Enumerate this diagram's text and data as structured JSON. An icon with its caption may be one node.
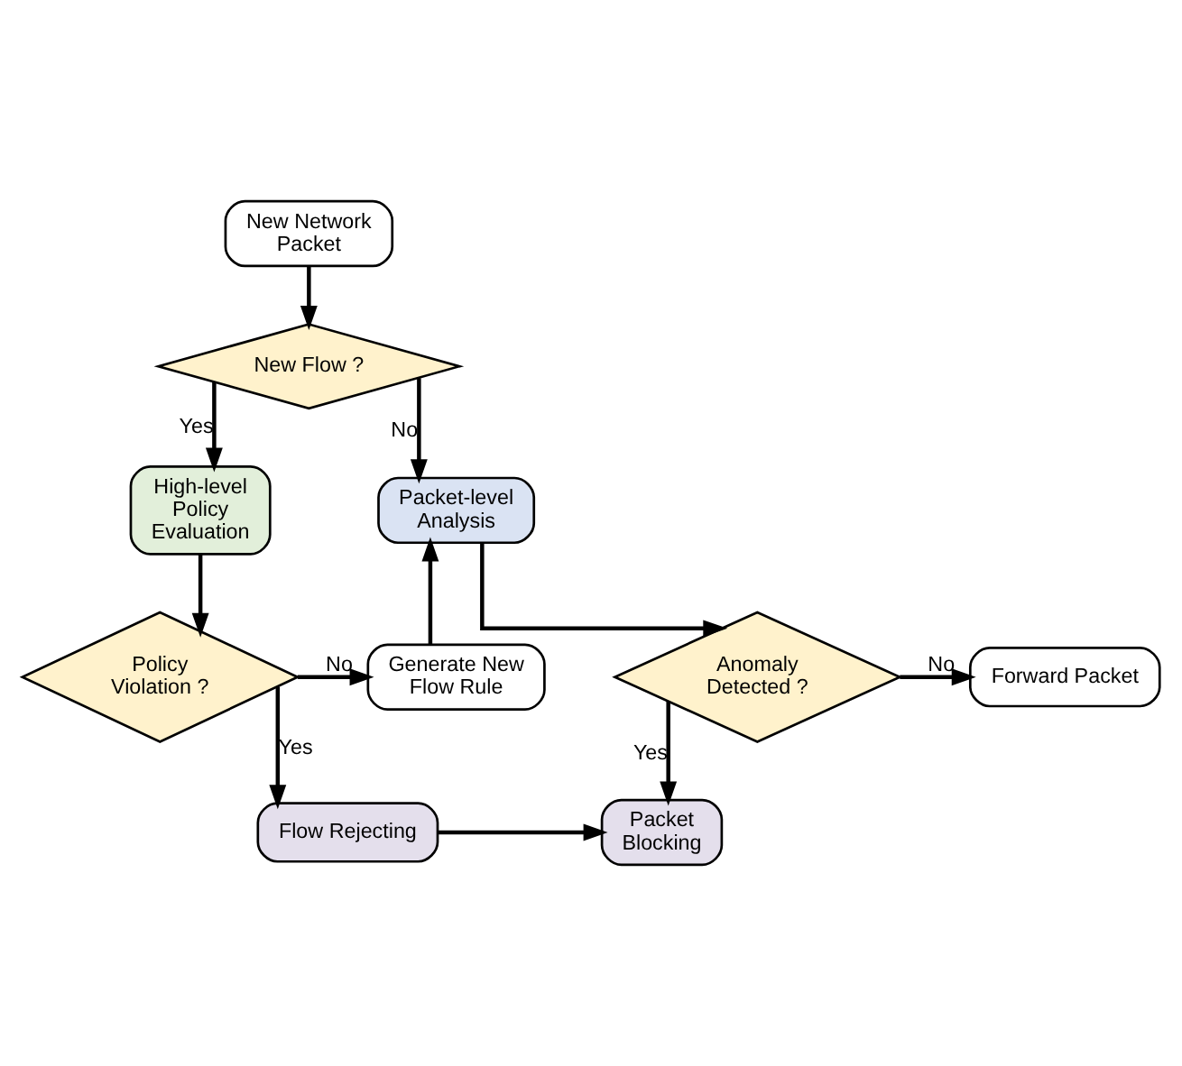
{
  "diagram": {
    "nodes": [
      {
        "text": [
          "New Network Packet"
        ]
      },
      {
        "text": [
          "New Flow ?"
        ]
      },
      {
        "text": [
          "High-level Policy Evaluation"
        ]
      },
      {
        "text": [
          "Packet-level Analysis"
        ]
      },
      {
        "text": [
          "Policy Violation ?"
        ]
      },
      {
        "text": [
          "Generate New Flow Rule"
        ]
      },
      {
        "text": [
          "Anomaly Detected ?"
        ]
      },
      {
        "text": [
          "Forward Packet"
        ]
      },
      {
        "text": [
          "Flow Rejecting"
        ]
      },
      {
        "text": [
          "Packet Blocking"
        ]
      }
    ],
    "edges": [
      {
        "from": 0,
        "to": 1,
        "arrow": "to"
      },
      {
        "from": 1,
        "to": 2,
        "arrow": "to",
        "label": "Yes"
      },
      {
        "from": 1,
        "to": 3,
        "arrow": "to",
        "label": "No"
      },
      {
        "from": 2,
        "to": 4,
        "arrow": "to"
      },
      {
        "from": 4,
        "to": 5,
        "arrow": "to",
        "label": "No"
      },
      {
        "from": 5,
        "to": 3,
        "arrow": "to"
      },
      {
        "from": 4,
        "to": 8,
        "arrow": "to",
        "label": "Yes"
      },
      {
        "from": 3,
        "to": 6,
        "arrow": "to"
      },
      {
        "from": 6,
        "to": 7,
        "arrow": "to",
        "label": "No"
      },
      {
        "from": 6,
        "to": 9,
        "arrow": "to",
        "label": "Yes"
      },
      {
        "from": 8,
        "to": 9,
        "arrow": "to"
      }
    ]
  }
}
